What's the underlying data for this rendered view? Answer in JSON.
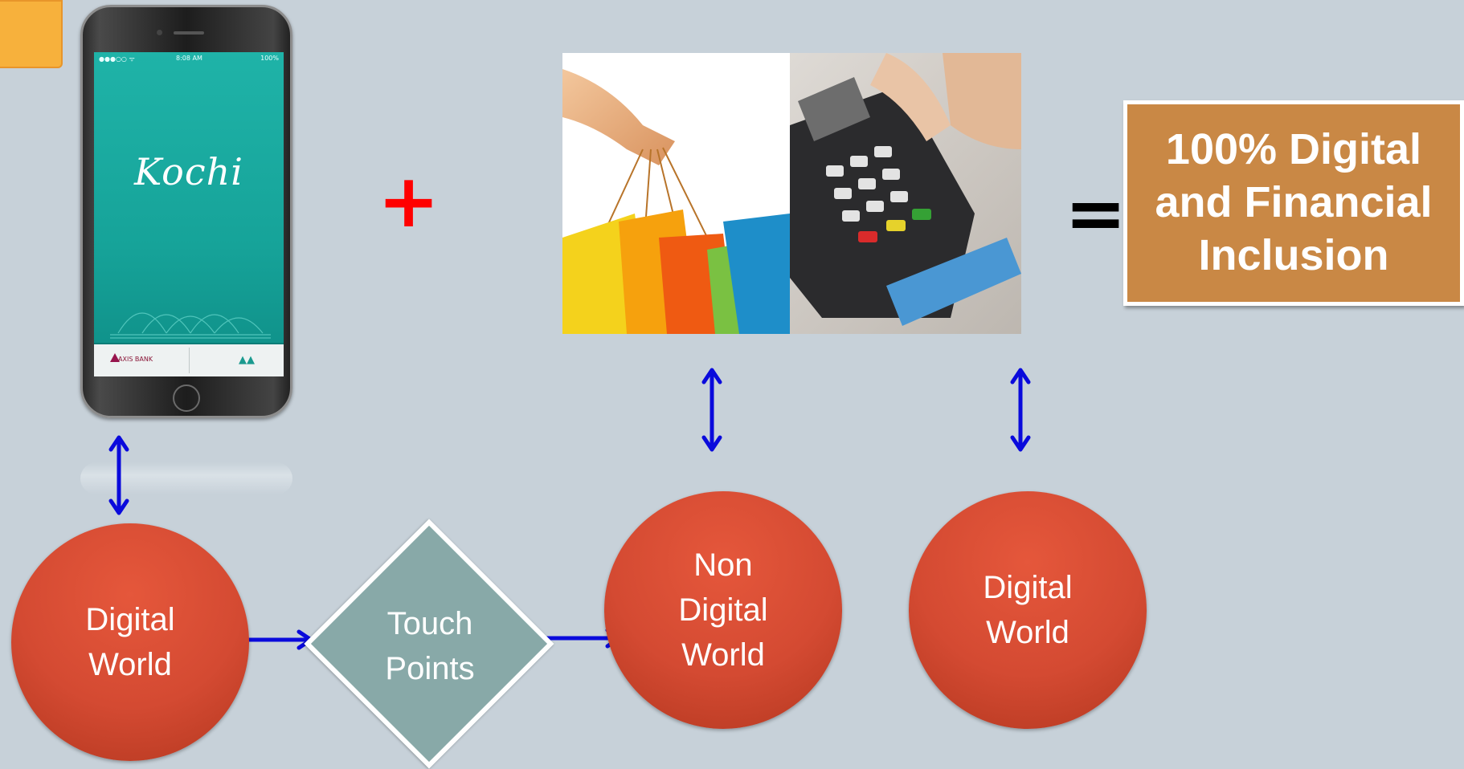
{
  "phone": {
    "status_left": "●●●○○ ᯤ",
    "status_time": "8:08 AM",
    "status_battery": "100%",
    "app_logo": "Kochi",
    "bank_label": "AXIS BANK"
  },
  "operators": {
    "plus": "+",
    "equals": "="
  },
  "result": {
    "text": "100% Digital\nand Financial\nInclusion"
  },
  "nodes": {
    "digital_world_left": "Digital\nWorld",
    "touch_points": "Touch\nPoints",
    "non_digital_world": "Non\nDigital\nWorld",
    "digital_world_right": "Digital\nWorld"
  },
  "colors": {
    "background": "#c7d1d9",
    "node_fill": "#d44a32",
    "diamond_fill": "#88a9a8",
    "result_fill": "#c98845",
    "arrow": "#0a0adc",
    "plus": "#ff0000"
  },
  "icons": [
    "double-arrow-icon",
    "shopping-bags-image",
    "card-terminal-image",
    "smartphone-image"
  ]
}
